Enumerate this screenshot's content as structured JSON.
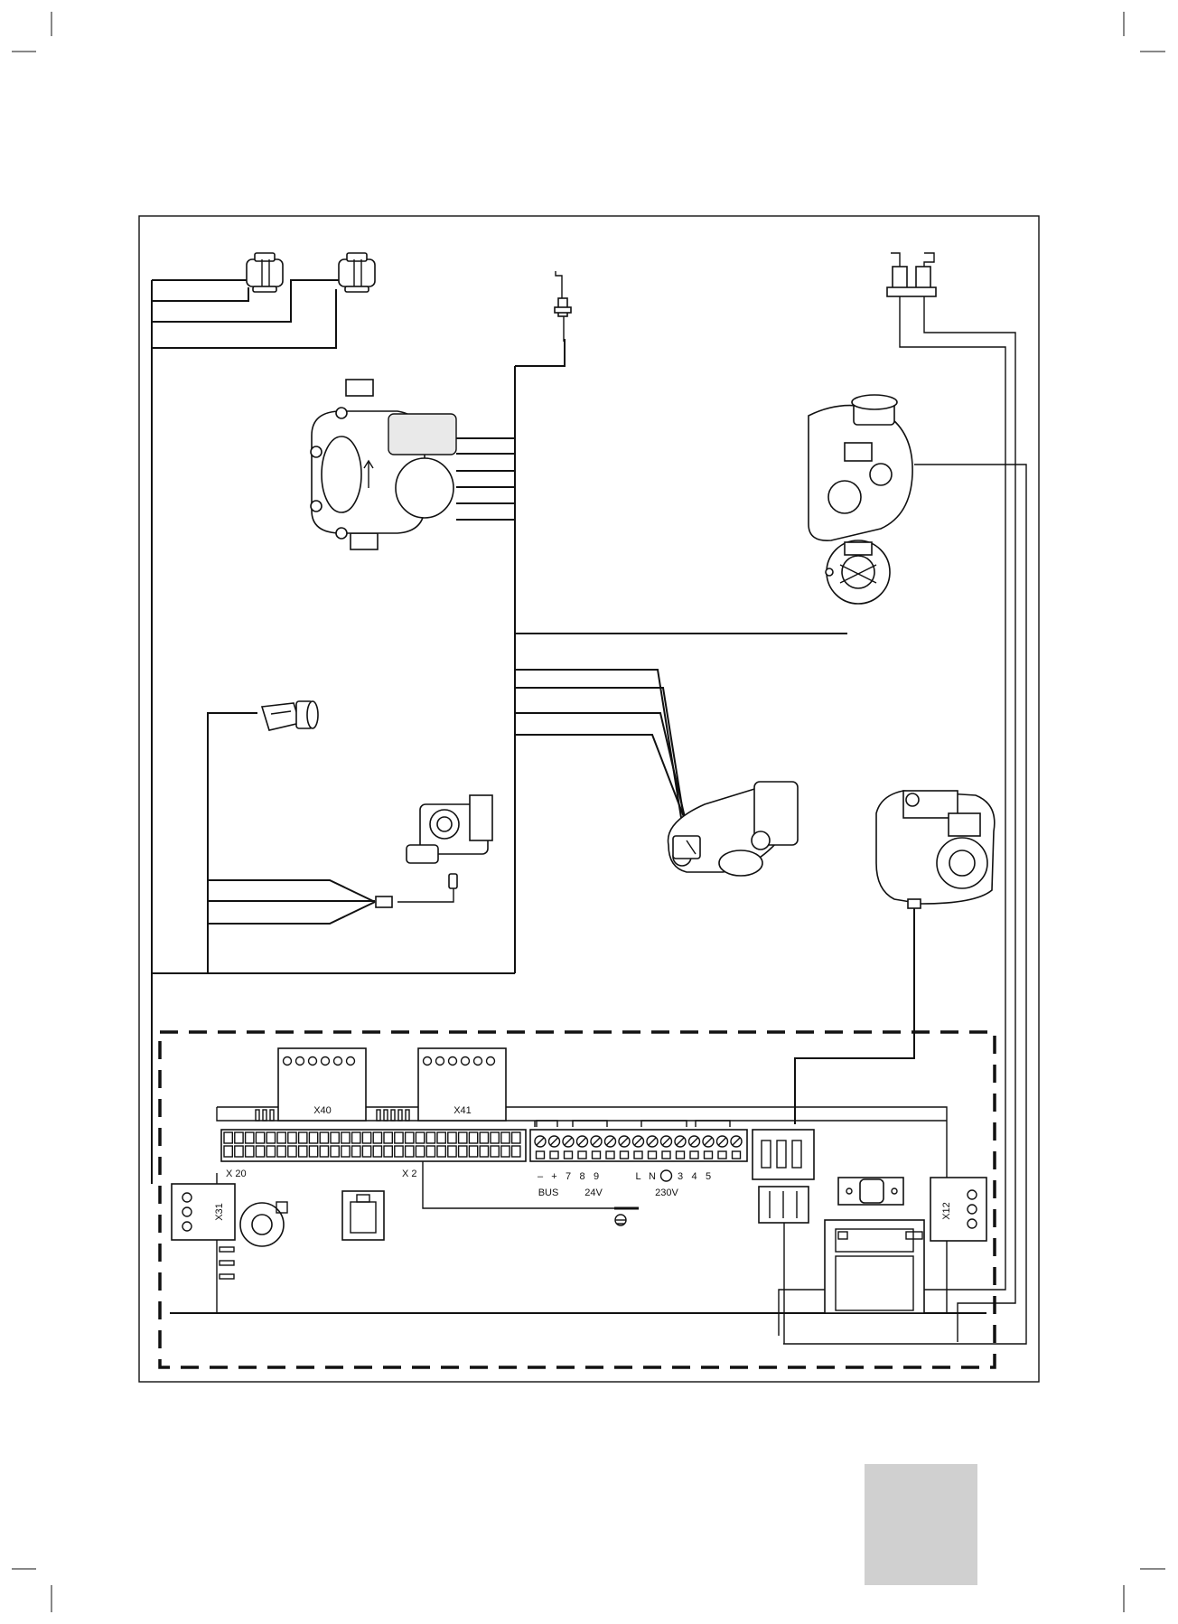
{
  "diagram": {
    "connectors": {
      "x40": "X40",
      "x41": "X41",
      "x20": "X 20",
      "x2": "X 2",
      "x31": "X31",
      "x12": "X12"
    },
    "terminal_labels": [
      "–",
      "+",
      "7",
      "8",
      "9",
      "L",
      "N",
      "3",
      "4",
      "5"
    ],
    "group_labels": {
      "bus": "BUS",
      "v24": "24V",
      "v230": "230V"
    },
    "colors": {
      "line": "#111111",
      "tab": "#d0d0d0"
    }
  }
}
